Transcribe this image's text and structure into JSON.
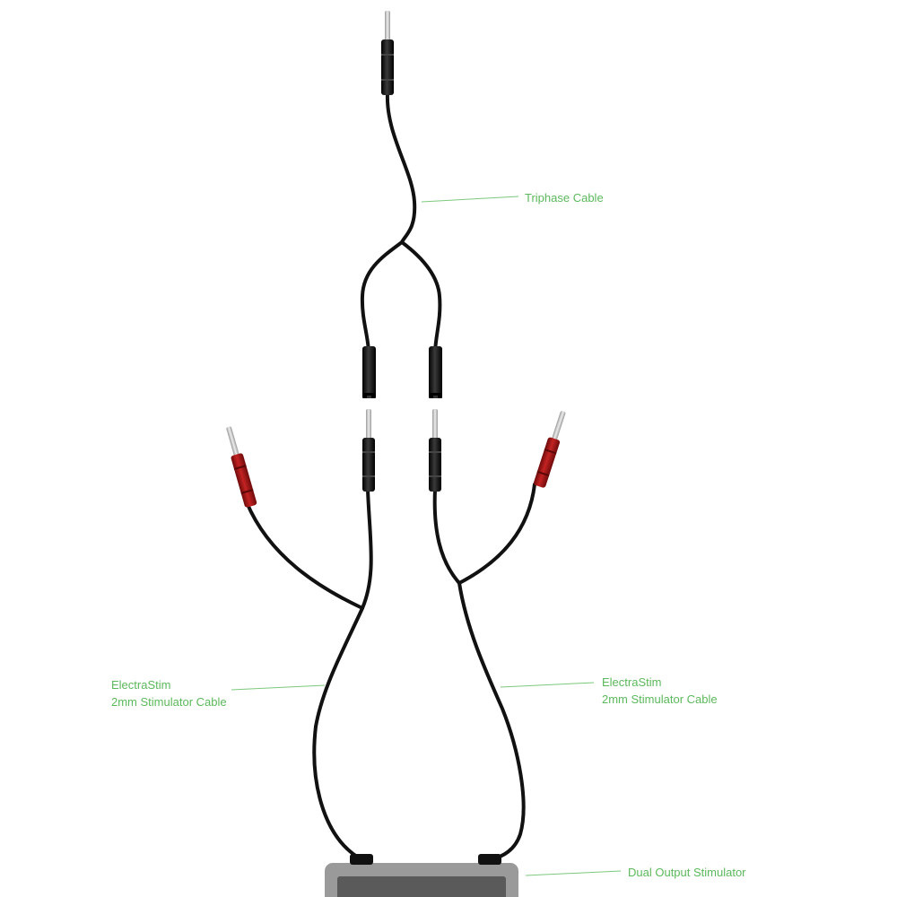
{
  "labels": {
    "triphase_cable": "Triphase Cable",
    "left_cable_line1": "ElectraStim",
    "left_cable_line2": "2mm Stimulator Cable",
    "right_cable_line1": "ElectraStim",
    "right_cable_line2": "2mm Stimulator Cable",
    "dual_output_stimulator": "Dual Output Stimulator"
  },
  "colors": {
    "label": "#5cb85c",
    "leader_line": "#7cc97c",
    "cable": "#111111",
    "plug_black": "#151515",
    "plug_red": "#a11414",
    "pin": "#c8c8c8",
    "device_body": "#9a9a9a",
    "device_screen": "#5a5a5a"
  }
}
